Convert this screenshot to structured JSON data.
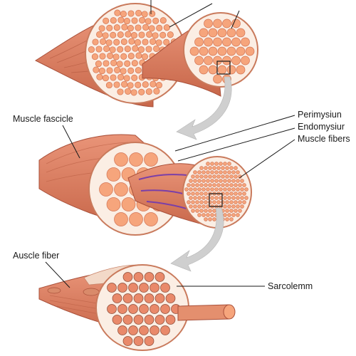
{
  "labels": {
    "muscle_fascicle": "Muscle fascicle",
    "perimysium": "Perimysiun",
    "endomysium": "Endomysiur",
    "muscle_fibers": "Muscle fibers",
    "muscle_fiber": "Auscle fiber",
    "sarcolemma": "Sarcolemm"
  },
  "colors": {
    "muscle": "#dc7f5e",
    "muscle_dark": "#b8563c",
    "fiber": "#f6a57c",
    "fiber_edge": "#d27353",
    "sheath": "#fbeee4",
    "arrow": "#c9c9c9",
    "leader": "#1a1a1a",
    "myofibril": "#e9896a",
    "myofibril_dark": "#8a4a36",
    "vessel_blue": "#27408b",
    "vessel_purple": "#7a3fa8"
  }
}
